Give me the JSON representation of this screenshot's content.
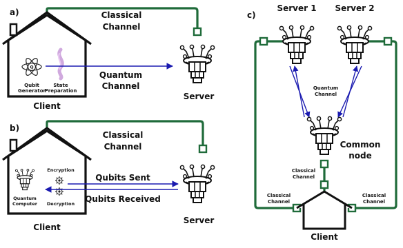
{
  "colors": {
    "classical": "#1f6b3a",
    "quantum": "#1a1ab0",
    "ink": "#111111",
    "glow": "#c89ad8"
  },
  "panel_a": {
    "tag": "a)",
    "classical_line1": "Classical",
    "classical_line2": "Channel",
    "quantum_line1": "Quantum",
    "quantum_line2": "Channel",
    "qubit_line1": "Qubit",
    "qubit_line2": "Generator",
    "state_line1": "State",
    "state_line2": "Preparation",
    "client": "Client",
    "server": "Server"
  },
  "panel_b": {
    "tag": "b)",
    "classical_line1": "Classical",
    "classical_line2": "Channel",
    "qubits_sent": "Qubits Sent",
    "qubits_received": "Qubits Received",
    "encryption": "Encryption",
    "decryption": "Decryption",
    "qc_line1": "Quantum",
    "qc_line2": "Computer",
    "client": "Client",
    "server": "Server"
  },
  "panel_c": {
    "tag": "c)",
    "server1": "Server 1",
    "server2": "Server 2",
    "quantum_line1": "Quantum",
    "quantum_line2": "Channel",
    "common_line1": "Common",
    "common_line2": "node",
    "mid_classical_line1": "Classical",
    "mid_classical_line2": "Channel",
    "left_classical_line1": "Classical",
    "left_classical_line2": "Channel",
    "right_classical_line1": "Classical",
    "right_classical_line2": "Channel",
    "client": "Client"
  }
}
